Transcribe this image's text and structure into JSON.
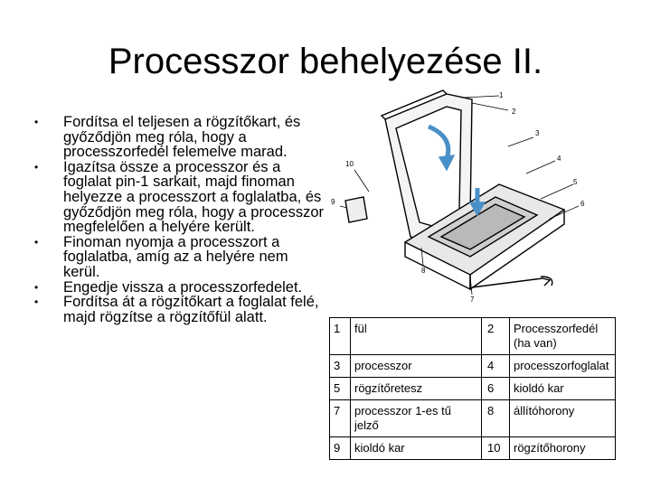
{
  "title": "Processzor behelyezése II.",
  "bullets": [
    "Fordítsa el teljesen a rögzítőkart, és győződjön meg róla, hogy a processzorfedél felemelve marad.",
    "Igazítsa össze a processzor és a foglalat pin-1 sarkait, majd finoman helyezze a processzort a foglalatba, és győződjön meg róla, hogy a processzor megfelelően a helyére került.",
    "Finoman nyomja a processzort a foglalatba, amíg az a helyére nem kerül.",
    "Engedje vissza a processzorfedelet.",
    "Fordítsa át a rögzítőkart a foglalat felé, majd rögzítse a rögzítőfül alatt."
  ],
  "figure_labels": [
    "1",
    "2",
    "3",
    "4",
    "5",
    "6",
    "7",
    "8",
    "9",
    "10"
  ],
  "legend": [
    {
      "n1": "1",
      "t1": "fül",
      "n2": "2",
      "t2": "Processzorfedél (ha van)"
    },
    {
      "n1": "3",
      "t1": "processzor",
      "n2": "4",
      "t2": "processzorfoglalat"
    },
    {
      "n1": "5",
      "t1": "rögzítőretesz",
      "n2": "6",
      "t2": "kioldó kar"
    },
    {
      "n1": "7",
      "t1": "processzor 1-es tű jelző",
      "n2": "8",
      "t2": "állítóhorony"
    },
    {
      "n1": "9",
      "t1": "kioldó kar",
      "n2": "10",
      "t2": "rögzítőhorony"
    }
  ]
}
